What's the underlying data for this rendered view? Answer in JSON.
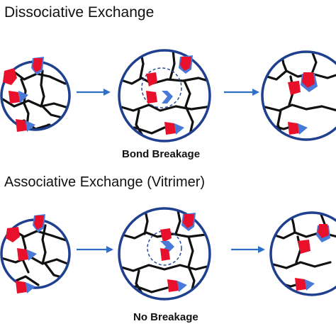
{
  "panels": {
    "dissociative": {
      "title": "Dissociative Exchange",
      "caption": "Bond Breakage"
    },
    "associative": {
      "title": "Associative Exchange (Vitrimer)",
      "caption": "No Breakage"
    }
  },
  "colors": {
    "circle": "#1f3f8f",
    "arrow": "#2f6fc6",
    "network": "#111111",
    "red_group": "#e8102a",
    "blue_group": "#4a7ad8",
    "dashed_ring": "#2a4a9a"
  }
}
